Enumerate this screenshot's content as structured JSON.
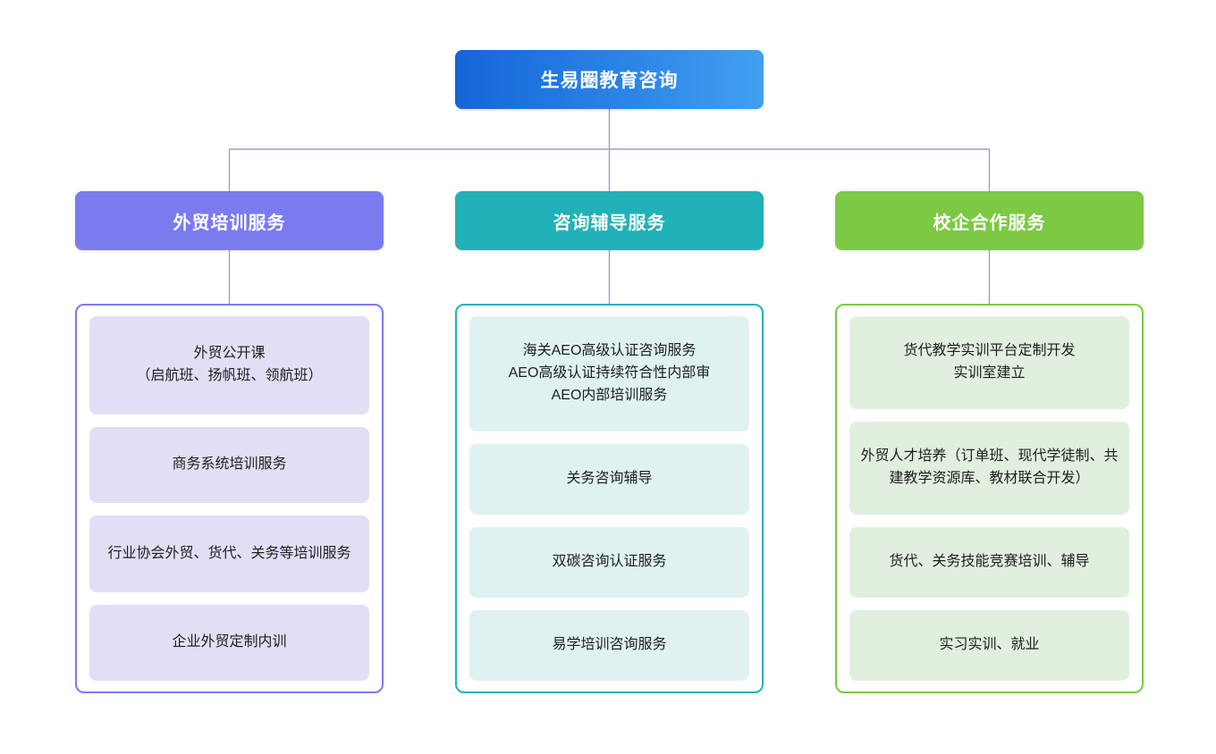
{
  "diagram": {
    "type": "organization-tree",
    "root": {
      "label": "生易圈教育咨询",
      "color": "#1566d7",
      "gradient_to": "#42a0f0"
    },
    "branches": [
      {
        "label": "外贸培训服务",
        "color": "#7b7bf0",
        "item_bg": "#e1dff6",
        "children": [
          "外贸公开课\n（启航班、扬帆班、领航班）",
          "商务系统培训服务",
          "行业协会外贸、货代、关务等培训服务",
          "企业外贸定制内训"
        ]
      },
      {
        "label": "咨询辅导服务",
        "color": "#20b2b8",
        "item_bg": "#dff2f1",
        "children": [
          "海关AEO高级认证咨询服务\nAEO高级认证持续符合性内部审\nAEO内部培训服务",
          "关务咨询辅导",
          "双碳咨询认证服务",
          "易学培训咨询服务"
        ]
      },
      {
        "label": "校企合作服务",
        "color": "#7cc943",
        "item_bg": "#e1efdf",
        "children": [
          "货代教学实训平台定制开发\n实训室建立",
          "外贸人才培养（订单班、现代学徒制、共建教学资源库、教材联合开发）",
          "货代、关务技能竞赛培训、辅导",
          "实习实训、就业"
        ]
      }
    ],
    "connector_color": "#9aa3b5"
  }
}
